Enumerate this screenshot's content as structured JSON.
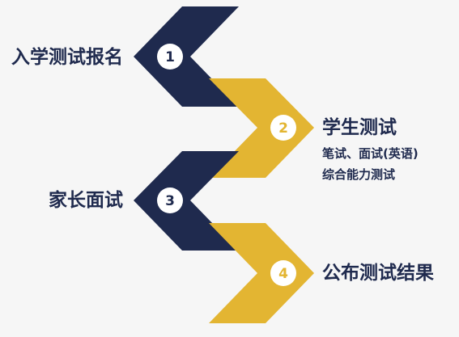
{
  "colors": {
    "navy": "#1f2a4e",
    "gold": "#e3b532",
    "circle": "#ffffff",
    "background": "#f6f6f6"
  },
  "steps": [
    {
      "number": "1",
      "title": "入学测试报名",
      "color": "navy",
      "side": "left"
    },
    {
      "number": "2",
      "title": "学生测试",
      "color": "gold",
      "side": "right",
      "details": [
        "笔试、面试(英语)",
        "综合能力测试"
      ]
    },
    {
      "number": "3",
      "title": "家长面试",
      "color": "navy",
      "side": "left"
    },
    {
      "number": "4",
      "title": "公布测试结果",
      "color": "gold",
      "side": "right"
    }
  ]
}
